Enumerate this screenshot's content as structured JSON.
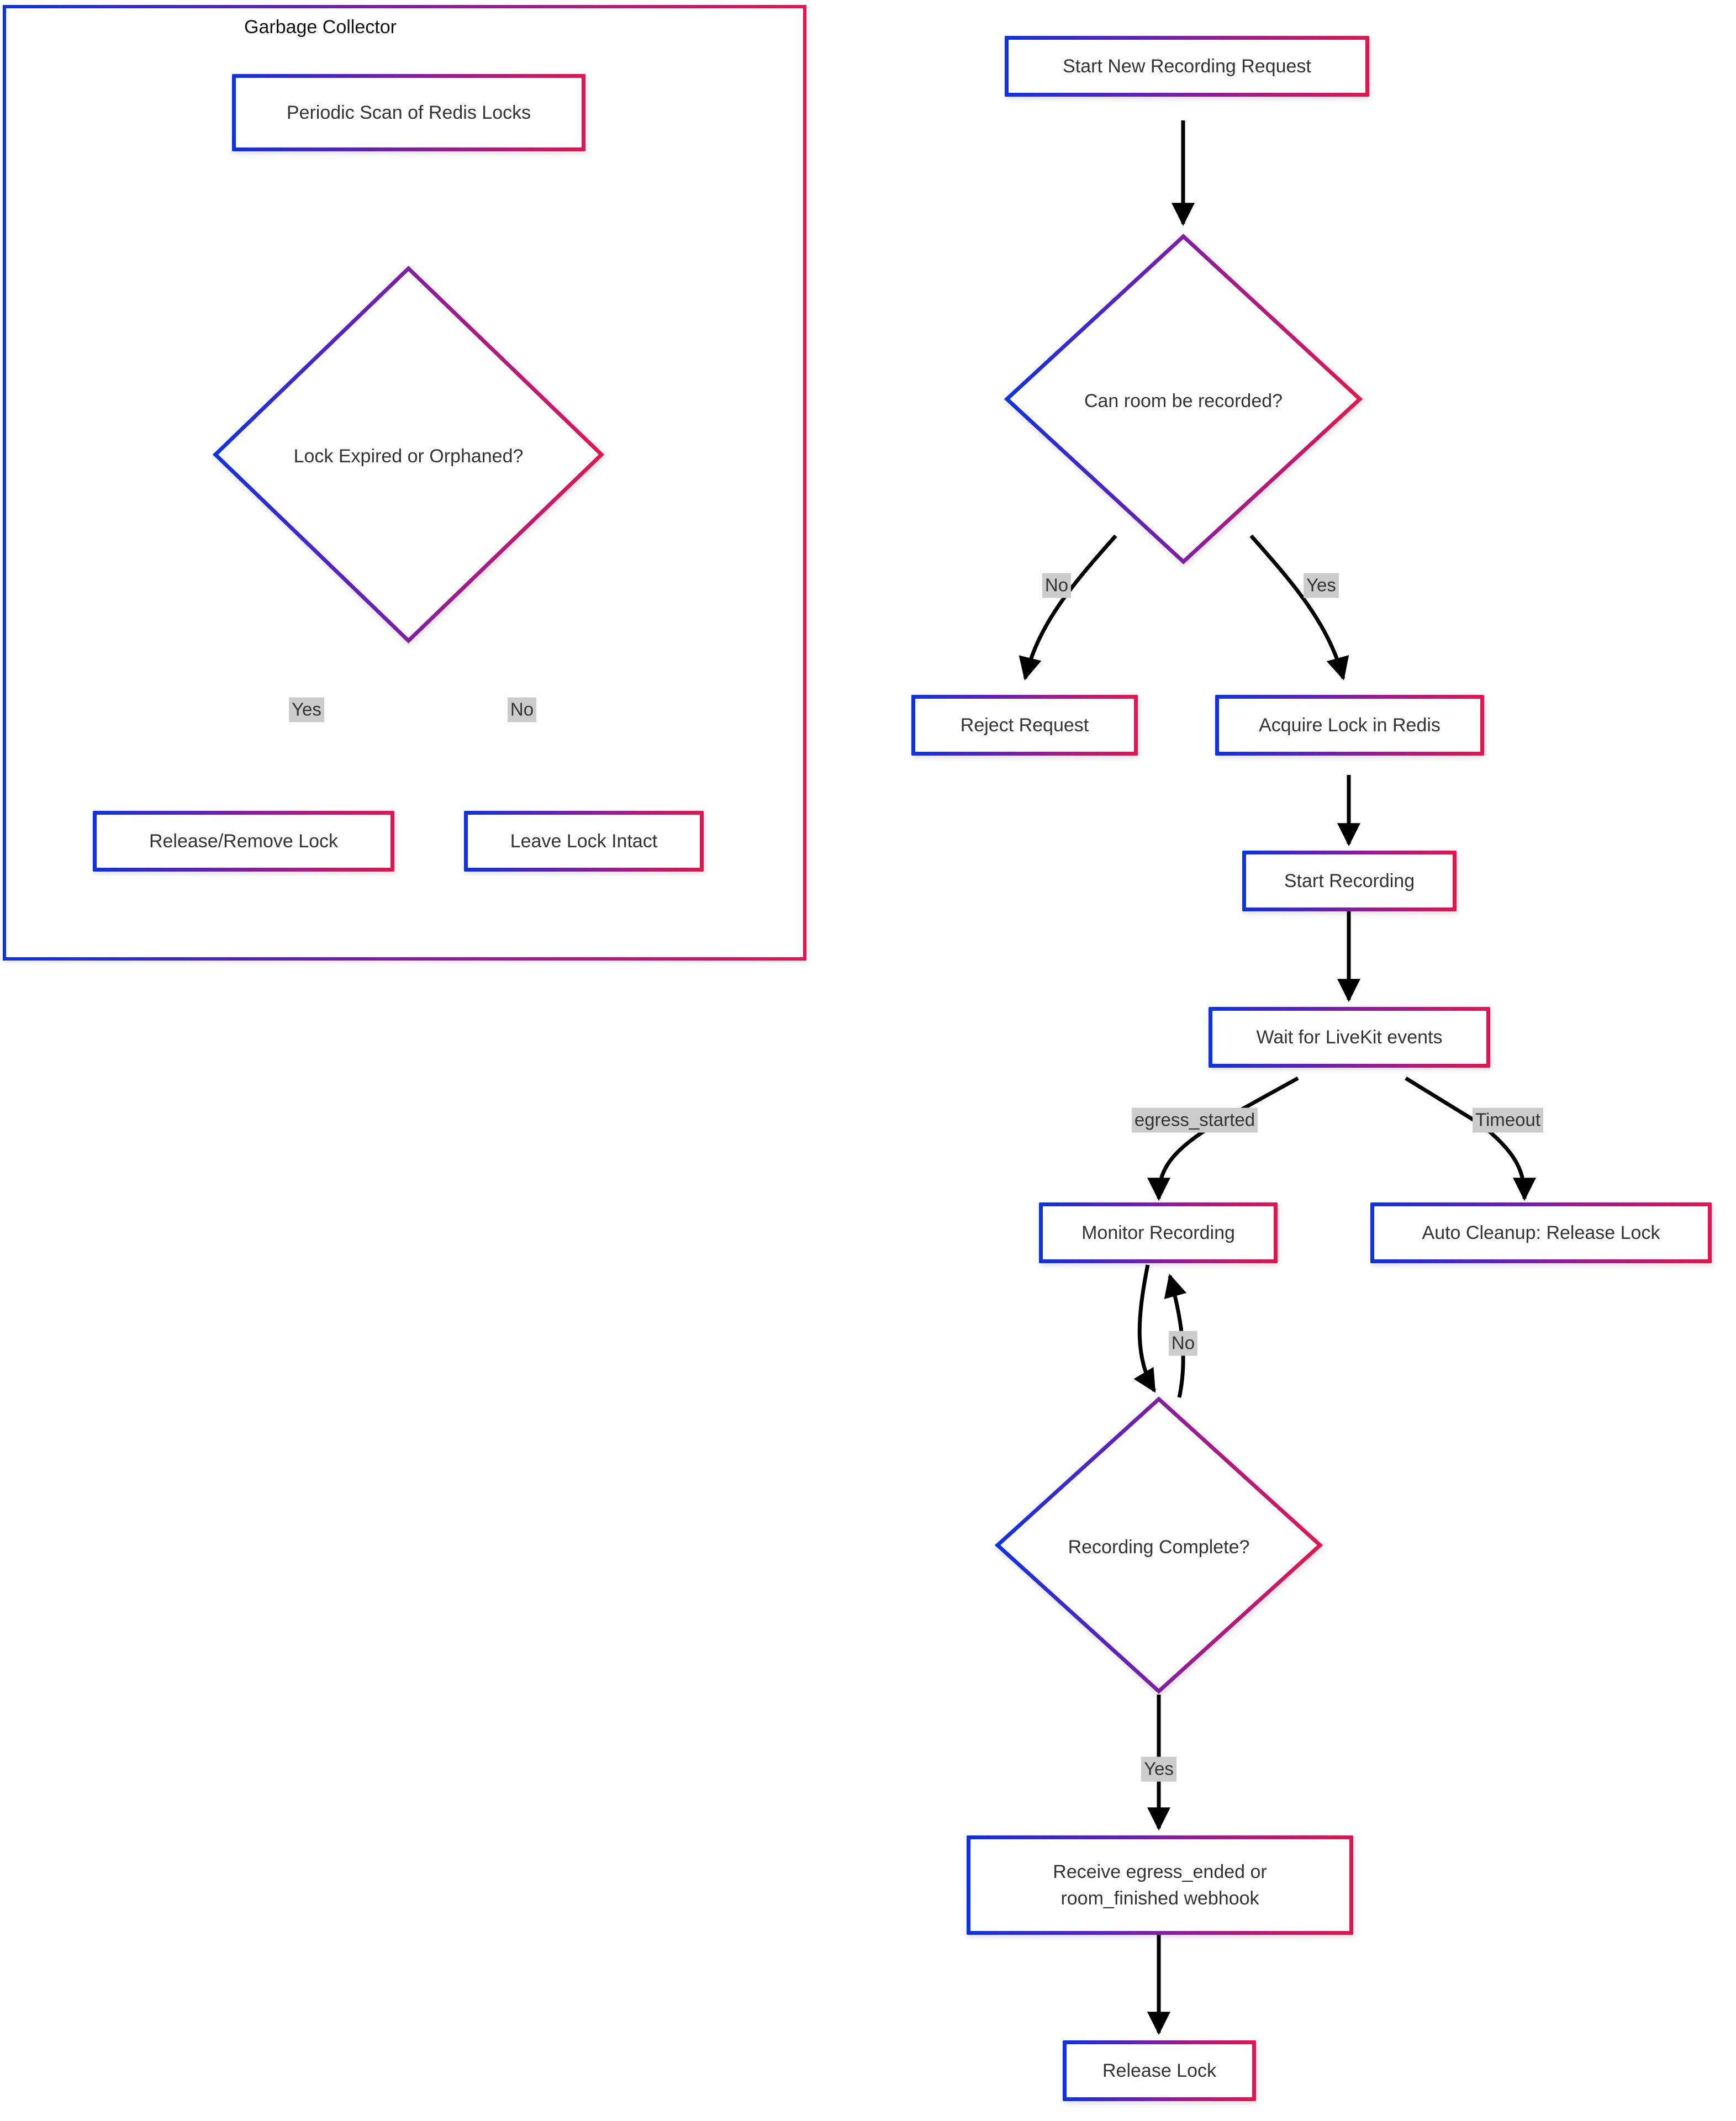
{
  "diagram": {
    "type": "flowchart",
    "direction": "top-down",
    "title_visible": false,
    "palette": {
      "border_gradient_start": "#0b32ea",
      "border_gradient_end": "#e8134e",
      "node_text": "#333333",
      "cluster_title_text": "#111111",
      "edge_stroke": "#000000",
      "edge_label_background": "#cccccc",
      "canvas_background": "#ffffff"
    }
  },
  "cluster": {
    "id": "garbage-collector",
    "title": "Garbage Collector"
  },
  "nodes": [
    {
      "id": "periodic-scan",
      "label": "Periodic Scan of Redis Locks",
      "shape": "rect"
    },
    {
      "id": "lock-expired",
      "label": "Lock Expired or Orphaned?",
      "shape": "diamond"
    },
    {
      "id": "release-remove-lock",
      "label": "Release/Remove Lock",
      "shape": "rect"
    },
    {
      "id": "leave-lock-intact",
      "label": "Leave Lock Intact",
      "shape": "rect"
    },
    {
      "id": "start-new-recording",
      "label": "Start New Recording Request",
      "shape": "rect"
    },
    {
      "id": "can-room-be-recorded",
      "label": "Can room be recorded?",
      "shape": "diamond"
    },
    {
      "id": "reject-request",
      "label": "Reject Request",
      "shape": "rect"
    },
    {
      "id": "acquire-lock",
      "label": "Acquire Lock in Redis",
      "shape": "rect"
    },
    {
      "id": "start-recording",
      "label": "Start Recording",
      "shape": "rect"
    },
    {
      "id": "wait-livekit",
      "label": "Wait for LiveKit events",
      "shape": "rect"
    },
    {
      "id": "monitor-recording",
      "label": "Monitor Recording",
      "shape": "rect"
    },
    {
      "id": "auto-cleanup",
      "label": "Auto Cleanup: Release Lock",
      "shape": "rect"
    },
    {
      "id": "recording-complete",
      "label": "Recording Complete?",
      "shape": "diamond"
    },
    {
      "id": "receive-webhook",
      "label": "Receive egress_ended or\nroom_finished webhook",
      "shape": "rect"
    },
    {
      "id": "release-lock",
      "label": "Release Lock",
      "shape": "rect"
    }
  ],
  "edges": [
    {
      "from": "periodic-scan",
      "to": "lock-expired",
      "label": ""
    },
    {
      "from": "lock-expired",
      "to": "release-remove-lock",
      "label": "Yes"
    },
    {
      "from": "lock-expired",
      "to": "leave-lock-intact",
      "label": "No"
    },
    {
      "from": "start-new-recording",
      "to": "can-room-be-recorded",
      "label": ""
    },
    {
      "from": "can-room-be-recorded",
      "to": "reject-request",
      "label": "No"
    },
    {
      "from": "can-room-be-recorded",
      "to": "acquire-lock",
      "label": "Yes"
    },
    {
      "from": "acquire-lock",
      "to": "start-recording",
      "label": ""
    },
    {
      "from": "start-recording",
      "to": "wait-livekit",
      "label": ""
    },
    {
      "from": "wait-livekit",
      "to": "monitor-recording",
      "label": "egress_started"
    },
    {
      "from": "wait-livekit",
      "to": "auto-cleanup",
      "label": "Timeout"
    },
    {
      "from": "monitor-recording",
      "to": "recording-complete",
      "label": ""
    },
    {
      "from": "recording-complete",
      "to": "monitor-recording",
      "label": "No"
    },
    {
      "from": "recording-complete",
      "to": "receive-webhook",
      "label": "Yes"
    },
    {
      "from": "receive-webhook",
      "to": "release-lock",
      "label": ""
    }
  ],
  "edge_labels": {
    "gc_yes": "Yes",
    "gc_no": "No",
    "rec_no": "No",
    "rec_yes": "Yes",
    "egress_started": "egress_started",
    "timeout": "Timeout",
    "loop_no": "No",
    "complete_yes": "Yes"
  }
}
